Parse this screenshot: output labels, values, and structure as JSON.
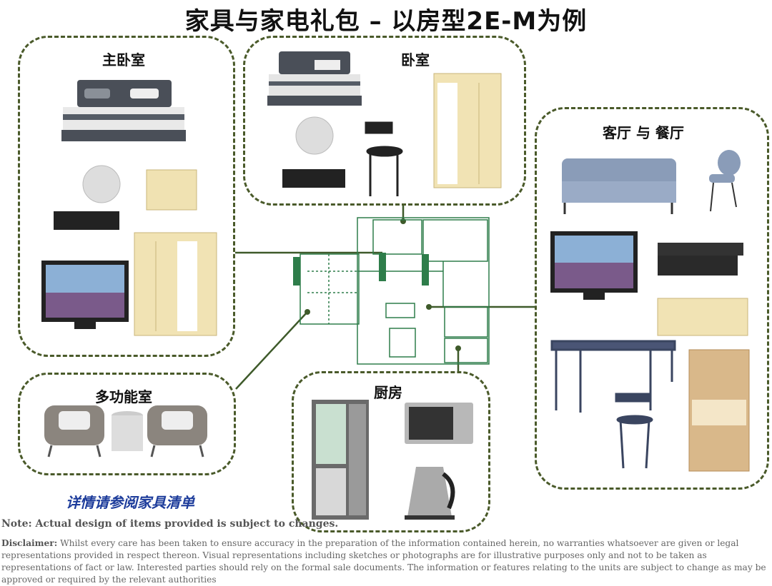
{
  "title": "家具与家电礼包 – 以房型2E-M为例",
  "rooms": {
    "master_bedroom": "主卧室",
    "bedroom": "卧室",
    "living_dining": "客厅 与 餐厅",
    "multi_room": "多功能室",
    "kitchen": "厨房"
  },
  "reference_link": "详情请参阅家具清单",
  "note": "Note: Actual design of items provided is subject to changes.",
  "disclaimer": {
    "label": "Disclaimer:",
    "text": " Whilst every care has been taken to ensure accuracy in the preparation of the information contained herein, no warranties whatsoever are given or legal representations provided in respect thereon. Visual representations including sketches or photographs are for illustrative purposes only and not to be taken as representations of fact or law. Interested parties should rely on the formal sale documents. The information or features relating to the units are subject to change as may be approved or required by the relevant authorities"
  },
  "colors": {
    "zone_border": "#4a5a2a",
    "plan_line": "#2e7d4a",
    "link_text": "#1d3c9b"
  }
}
